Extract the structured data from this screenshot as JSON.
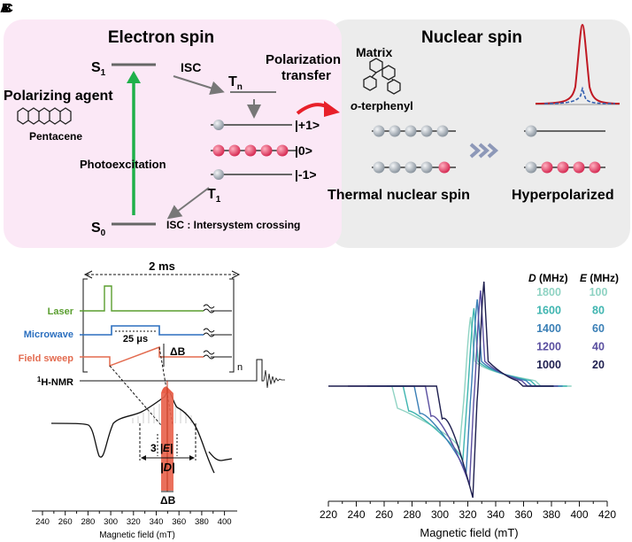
{
  "panel_letters": {
    "a": "A",
    "b": "B",
    "c": "C"
  },
  "panel_a": {
    "electron_title": "Electron spin",
    "nuclear_title": "Nuclear spin",
    "s1": "S",
    "s1_sub": "1",
    "s0": "S",
    "s0_sub": "0",
    "tn": "T",
    "tn_sub": "n",
    "t1": "T",
    "t1_sub": "1",
    "isc": "ISC",
    "polarizing_agent": "Polarizing agent",
    "pentacene": "Pentacene",
    "photoexcitation": "Photoexcitation",
    "isc_full": "ISC : Intersystem crossing",
    "level_plus": "|+1>",
    "level_zero": "|0>",
    "level_minus": "|-1>",
    "polarization_transfer_1": "Polarization",
    "polarization_transfer_2": "transfer",
    "matrix": "Matrix",
    "o_terphenyl_o": "o",
    "o_terphenyl_rest": "-terphenyl",
    "thermal": "Thermal nuclear spin",
    "hyperpolarized": "Hyperpolarized",
    "colors": {
      "electron_bg": "#fbe8f6",
      "nuclear_bg": "#ececec",
      "spin_red": "#e03a5c",
      "spin_grey": "#b8c0c8",
      "arrow_green": "#1fb04a",
      "arrow_red": "#e8202a"
    }
  },
  "panel_b": {
    "period": "2 ms",
    "laser": "Laser",
    "microwave": "Microwave",
    "field_sweep": "Field sweep",
    "nmr_sup": "1",
    "nmr_rest": "H-NMR",
    "pulse_width": "25 μs",
    "delta_b": "ΔB",
    "n": "n",
    "three": "3",
    "e_label": "|E|",
    "d_label": "|D|",
    "xlabel": "Magnetic field (mT)",
    "ticks": [
      "240",
      "260",
      "280",
      "300",
      "320",
      "340",
      "360",
      "380",
      "400"
    ],
    "colors": {
      "laser": "#5a9e2f",
      "microwave": "#2b6fbf",
      "field_sweep": "#e36b4f",
      "highlight": "#e8604a"
    }
  },
  "chart_data": {
    "type": "line",
    "xlabel": "Magnetic field (mT)",
    "xlim": [
      220,
      420
    ],
    "xticks": [
      220,
      240,
      260,
      280,
      300,
      320,
      340,
      360,
      380,
      400,
      420
    ],
    "legend_headers": [
      "D (MHz)",
      "E (MHz)"
    ],
    "series": [
      {
        "D": "1800",
        "E": "100",
        "color": "#8fd3c3"
      },
      {
        "D": "1600",
        "E": "80",
        "color": "#3fb5b0"
      },
      {
        "D": "1400",
        "E": "60",
        "color": "#3a7fb6"
      },
      {
        "D": "1200",
        "E": "40",
        "color": "#5a4fa0"
      },
      {
        "D": "1000",
        "E": "20",
        "color": "#1e1f4f"
      }
    ]
  }
}
